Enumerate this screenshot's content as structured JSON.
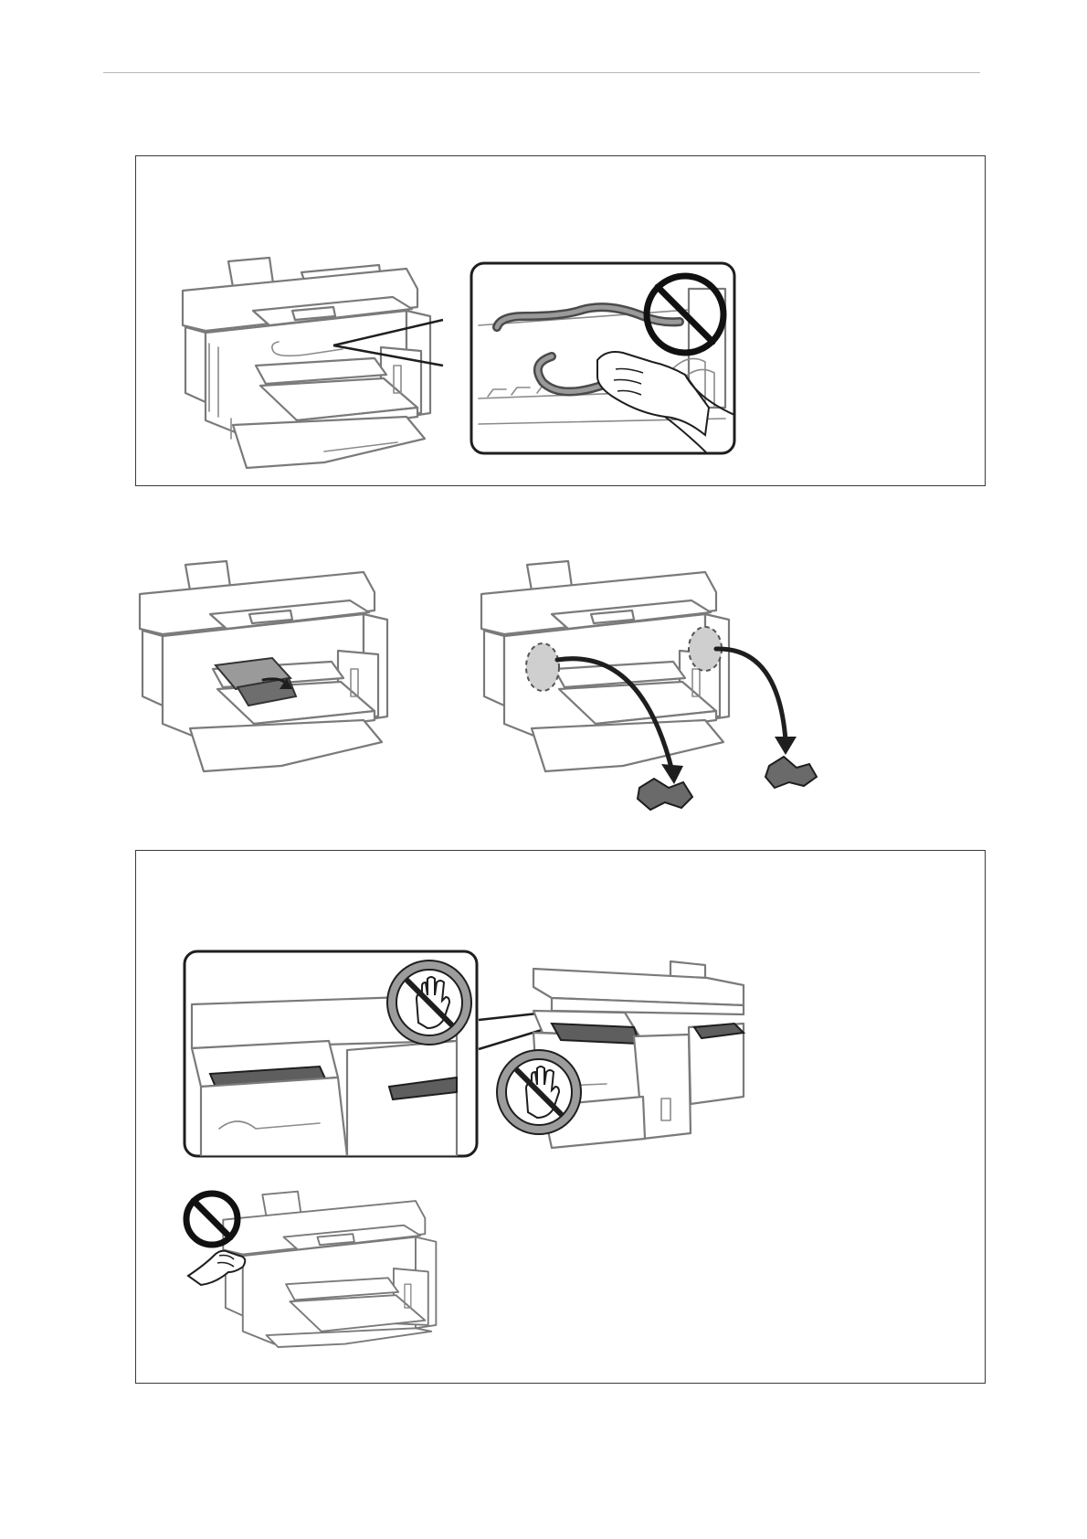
{
  "page": {
    "background": "#ffffff",
    "rule_color": "#b7b7b7",
    "box_border_color": "#3a3a3a"
  },
  "figures": [
    {
      "name": "remove-jammed-paper-inside",
      "icons": [
        "printer-icon",
        "prohibited-sign-icon",
        "hand-icon",
        "jammed-paper-icon"
      ]
    },
    {
      "name": "pull-out-jammed-paper",
      "icons": [
        "printer-icon",
        "arrow-icon",
        "jammed-paper-icon"
      ]
    },
    {
      "name": "remove-torn-paper-pieces",
      "icons": [
        "printer-icon",
        "arrow-icon",
        "torn-paper-icon"
      ]
    },
    {
      "name": "do-not-touch-parts",
      "icons": [
        "printer-icon",
        "no-touch-icon",
        "hand-icon",
        "prohibited-sign-icon"
      ]
    }
  ]
}
